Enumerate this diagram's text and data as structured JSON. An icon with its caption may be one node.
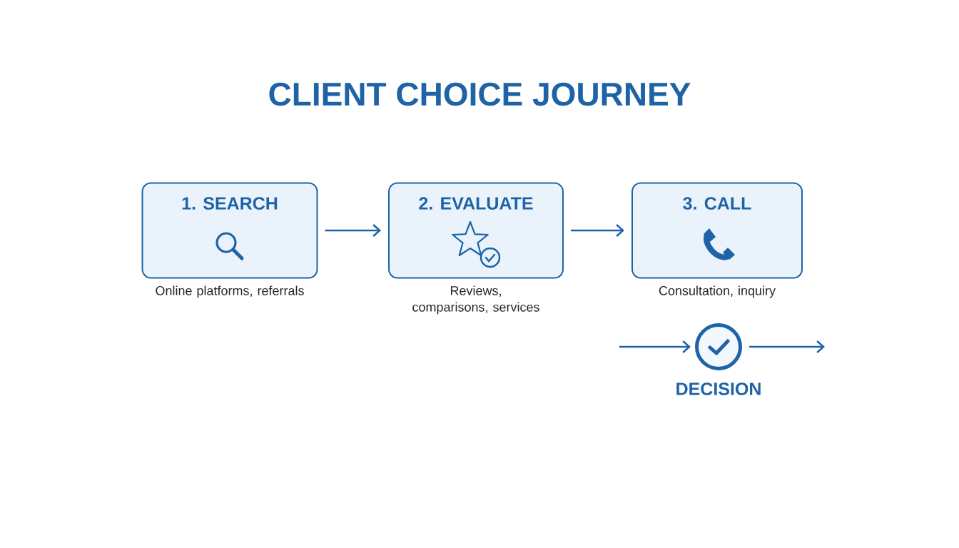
{
  "diagram": {
    "title": "CLIENT CHOICE JOURNEY",
    "nodes": [
      {
        "text": [
          "1. SEARCH"
        ],
        "beside": [
          "Online platforms, referrals"
        ]
      },
      {
        "text": [
          "2. EVALUATE"
        ],
        "beside": [
          "Reviews, comparisons, services"
        ]
      },
      {
        "text": [
          "3. CALL"
        ],
        "beside": [
          "Consultation, inquiry"
        ]
      },
      {
        "text": [
          "DECISION"
        ]
      }
    ],
    "edges": [
      {
        "from": 0,
        "to": 1,
        "arrow": "to"
      },
      {
        "from": 1,
        "to": 2,
        "arrow": "to"
      },
      {
        "from": null,
        "to": 3,
        "arrow": "to"
      },
      {
        "from": 3,
        "to": null,
        "arrow": "to"
      }
    ]
  }
}
